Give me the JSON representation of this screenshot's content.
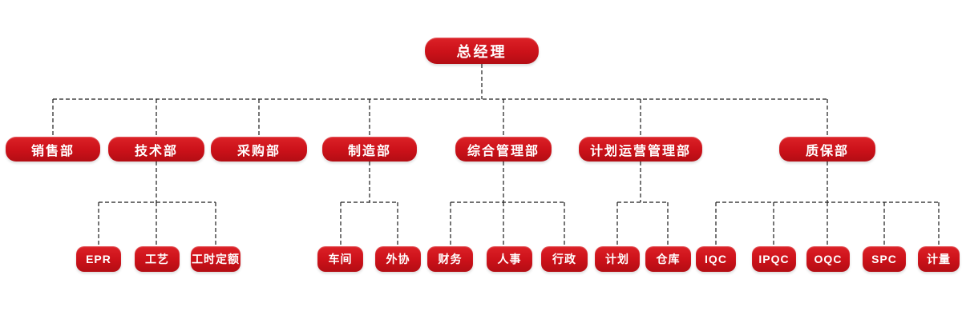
{
  "org_chart": {
    "root": {
      "label": "总经理"
    },
    "departments": [
      {
        "label": "销售部",
        "children": []
      },
      {
        "label": "技术部",
        "children": [
          {
            "label": "EPR"
          },
          {
            "label": "工艺"
          },
          {
            "label": "工时定额"
          }
        ]
      },
      {
        "label": "采购部",
        "children": []
      },
      {
        "label": "制造部",
        "children": [
          {
            "label": "车间"
          },
          {
            "label": "外协"
          }
        ]
      },
      {
        "label": "综合管理部",
        "children": [
          {
            "label": "财务"
          },
          {
            "label": "人事"
          },
          {
            "label": "行政"
          }
        ]
      },
      {
        "label": "计划运营管理部",
        "children": [
          {
            "label": "计划"
          },
          {
            "label": "仓库"
          }
        ]
      },
      {
        "label": "质保部",
        "children": [
          {
            "label": "IQC"
          },
          {
            "label": "IPQC"
          },
          {
            "label": "OQC"
          },
          {
            "label": "SPC"
          },
          {
            "label": "计量"
          }
        ]
      }
    ],
    "colors": {
      "node_fill": "#cb1119",
      "node_fill_light": "#dc2127",
      "node_fill_dark": "#b30d14",
      "node_text": "#ffffff",
      "connector": "#1c1c1c",
      "background": "#ffffff"
    }
  }
}
